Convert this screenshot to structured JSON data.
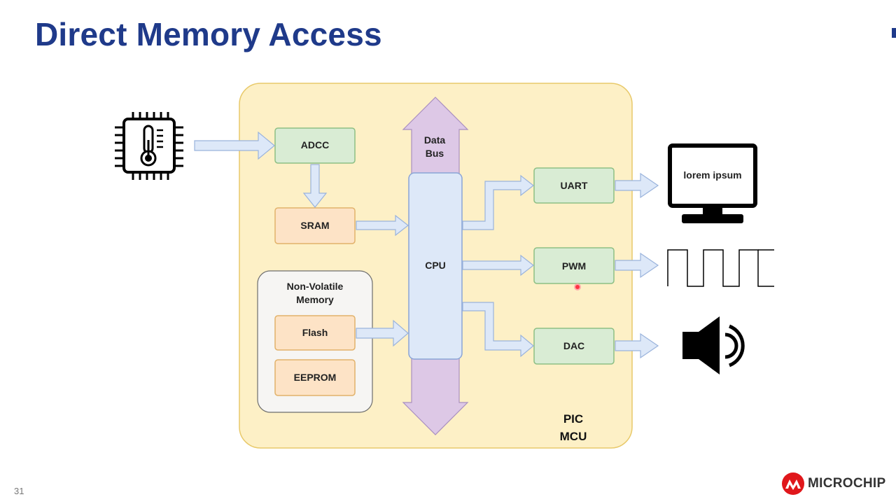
{
  "slide": {
    "title": "Direct Memory Access",
    "page_number": "31"
  },
  "diagram": {
    "mcu_label_line1": "PIC",
    "mcu_label_line2": "MCU",
    "data_bus_line1": "Data",
    "data_bus_line2": "Bus",
    "cpu": "CPU",
    "adcc": "ADCC",
    "sram": "SRAM",
    "nvm_line1": "Non-Volatile",
    "nvm_line2": "Memory",
    "flash": "Flash",
    "eeprom": "EEPROM",
    "uart": "UART",
    "pwm": "PWM",
    "dac": "DAC",
    "monitor_text": "lorem ipsum"
  },
  "logo": {
    "text": "MICROCHIP"
  },
  "colors": {
    "title": "#1f3a8a",
    "mcu_fill": "#fdf0c6",
    "mcu_border": "#e8c96a",
    "green_fill": "#d9ecd4",
    "green_border": "#8dbf84",
    "orange_fill": "#fde3c6",
    "orange_border": "#e2b26a",
    "cpu_fill": "#dde8f8",
    "cpu_border": "#8aa4d6",
    "bus_fill": "#ddc8e6",
    "bus_border": "#a98fbf",
    "arrow_fill": "#dde8f8",
    "arrow_border": "#9ab3dc",
    "logo_red": "#e0171b"
  }
}
